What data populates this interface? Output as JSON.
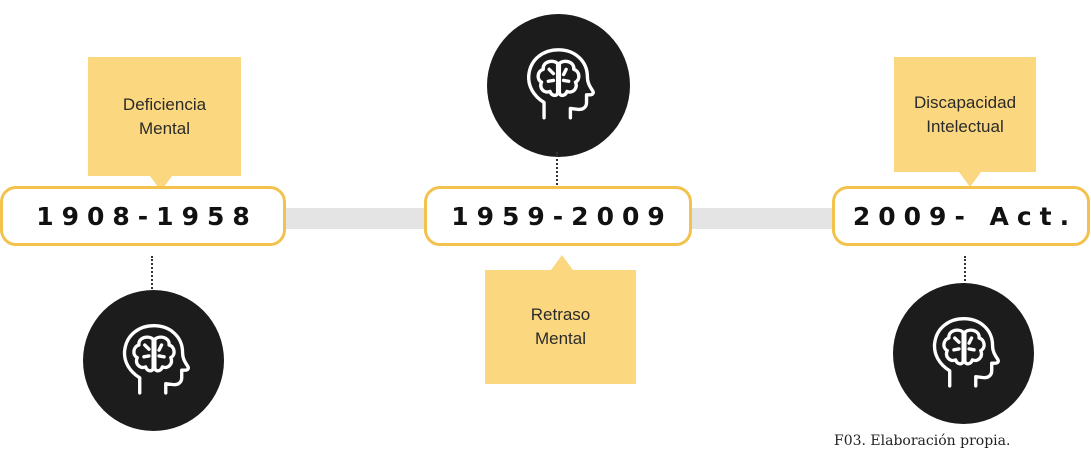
{
  "timeline": {
    "periods": [
      {
        "years": "1908-1958",
        "term": "Deficiencia\nMental"
      },
      {
        "years": "1959-2009",
        "term": "Retraso\nMental"
      },
      {
        "years": "2009- Act.",
        "term": "Discapacidad\nIntelectual"
      }
    ]
  },
  "icons": [
    "head-brain-icon",
    "head-brain-icon",
    "head-brain-icon"
  ],
  "colors": {
    "accent": "#f3c24d",
    "note_fill": "#fbd87f",
    "icon_fill": "#1c1c1c",
    "connector": "#e4e4e4"
  },
  "caption": "F03. Elaboración propia."
}
